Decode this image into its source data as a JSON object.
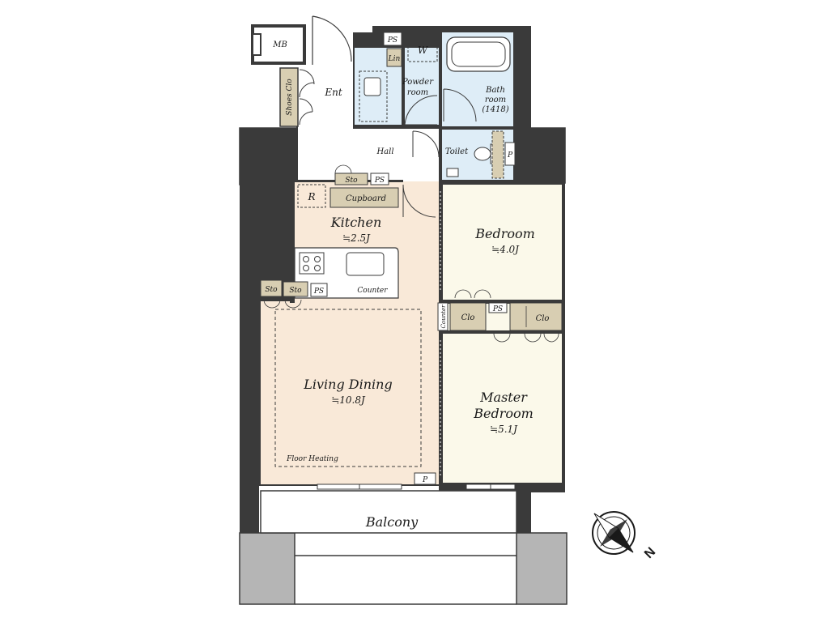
{
  "rooms": {
    "mb": "MB",
    "entrance": "Ent",
    "shoes_closet": "Shoes Clo",
    "ps": "PS",
    "laundry": "Lin",
    "washer": "W",
    "powder_room": [
      "Powder",
      "room"
    ],
    "bath_room": [
      "Bath",
      "room",
      "(1418)"
    ],
    "hall": "Hall",
    "toilet": "Toilet",
    "pipe": "P",
    "storage": "Sto",
    "refrigerator": "R",
    "cupboard": "Cupboard",
    "kitchen": {
      "name": "Kitchen",
      "area": "≒2.5J"
    },
    "counter": "Counter",
    "bedroom": {
      "name": "Bedroom",
      "area": "≒4.0J"
    },
    "closet": "Clo",
    "living_dining": {
      "name": "Living Dining",
      "area": "≒10.8J"
    },
    "floor_heating": "Floor Heating",
    "master_bedroom": {
      "name": [
        "Master",
        "Bedroom"
      ],
      "area": "≒5.1J"
    },
    "balcony": "Balcony"
  },
  "compass": {
    "letter": "N"
  },
  "colors": {
    "wall": "#3a3a3a",
    "column": "#b5b5b5",
    "wet_area": "#deedf7",
    "kitchen_living": "#f9e9d8",
    "bedroom": "#fbf9ea",
    "storage": "#d8ceb2",
    "outdoor": "#ffffff"
  }
}
